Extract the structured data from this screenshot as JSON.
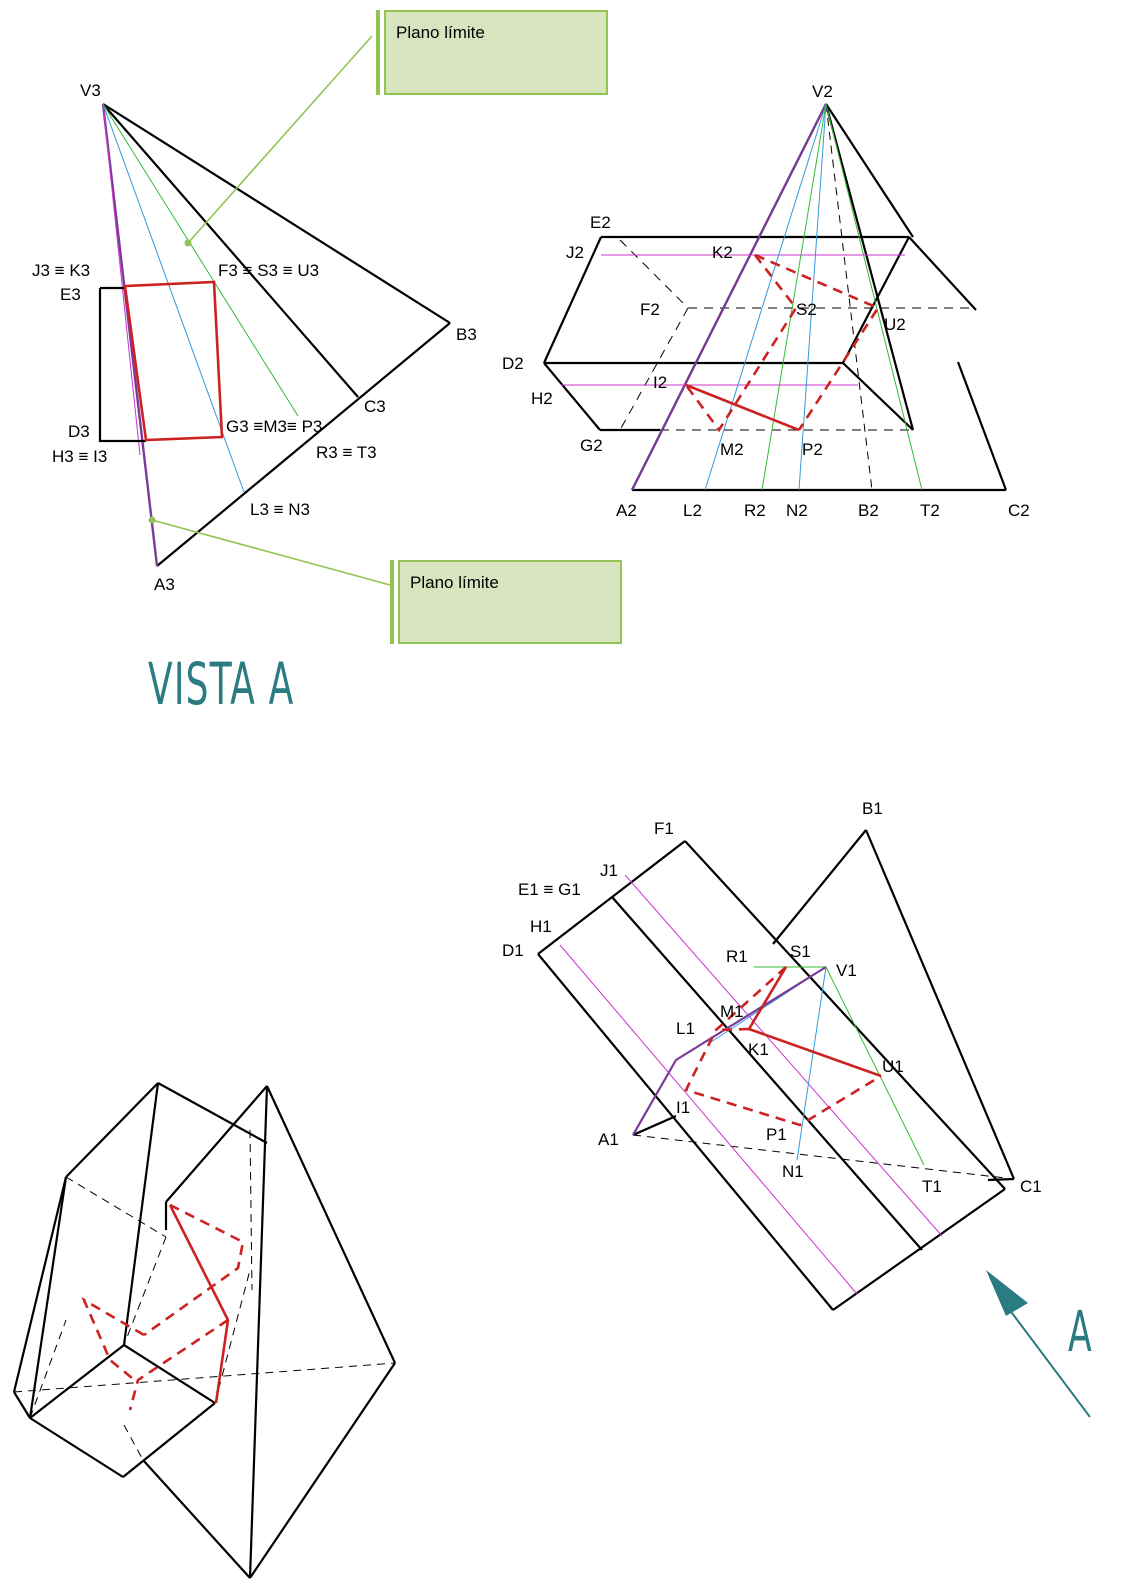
{
  "callouts": {
    "top": "Plano límite",
    "bottom": "Plano límite"
  },
  "view_caption": "VISTA A",
  "view_arrow_letter": "A",
  "colors": {
    "edge": "#000000",
    "intersection": "#cc2222",
    "generatrix_magenta": "#cc33cc",
    "generatrix_blue": "#3399dd",
    "generatrix_green": "#33bb33",
    "callout_fill": "#d7e4bd",
    "callout_border": "#92c353",
    "accent_teal": "#2a7b82"
  },
  "labels": {
    "v3": "V3",
    "j3k3": "J3 ≡ K3",
    "e3": "E3",
    "f3s3u3": "F3 ≡ S3 ≡ U3",
    "b3": "B3",
    "c3": "C3",
    "d3": "D3",
    "h3i3": "H3 ≡  I3",
    "g3m3p3": "G3 ≡M3≡ P3",
    "r3t3": "R3 ≡ T3",
    "l3n3": "L3 ≡ N3",
    "a3": "A3",
    "v2": "V2",
    "e2": "E2",
    "j2": "J2",
    "k2": "K2",
    "f2": "F2",
    "s2": "S2",
    "u2": "U2",
    "d2": "D2",
    "i2": "I2",
    "h2": "H2",
    "g2": "G2",
    "m2": "M2",
    "p2": "P2",
    "a2": "A2",
    "l2": "L2",
    "r2": "R2",
    "n2": "N2",
    "b2": "B2",
    "t2": "T2",
    "c2": "C2",
    "f1": "F1",
    "b1": "B1",
    "j1": "J1",
    "e1g1": "E1 ≡ G1",
    "h1": "H1",
    "d1": "D1",
    "r1": "R1",
    "s1": "S1",
    "v1": "V1",
    "m1": "M1",
    "l1": "L1",
    "k1": "K1",
    "u1": "U1",
    "i1": "I1",
    "a1": "A1",
    "p1": "P1",
    "n1": "N1",
    "t1": "T1",
    "c1": "C1"
  }
}
